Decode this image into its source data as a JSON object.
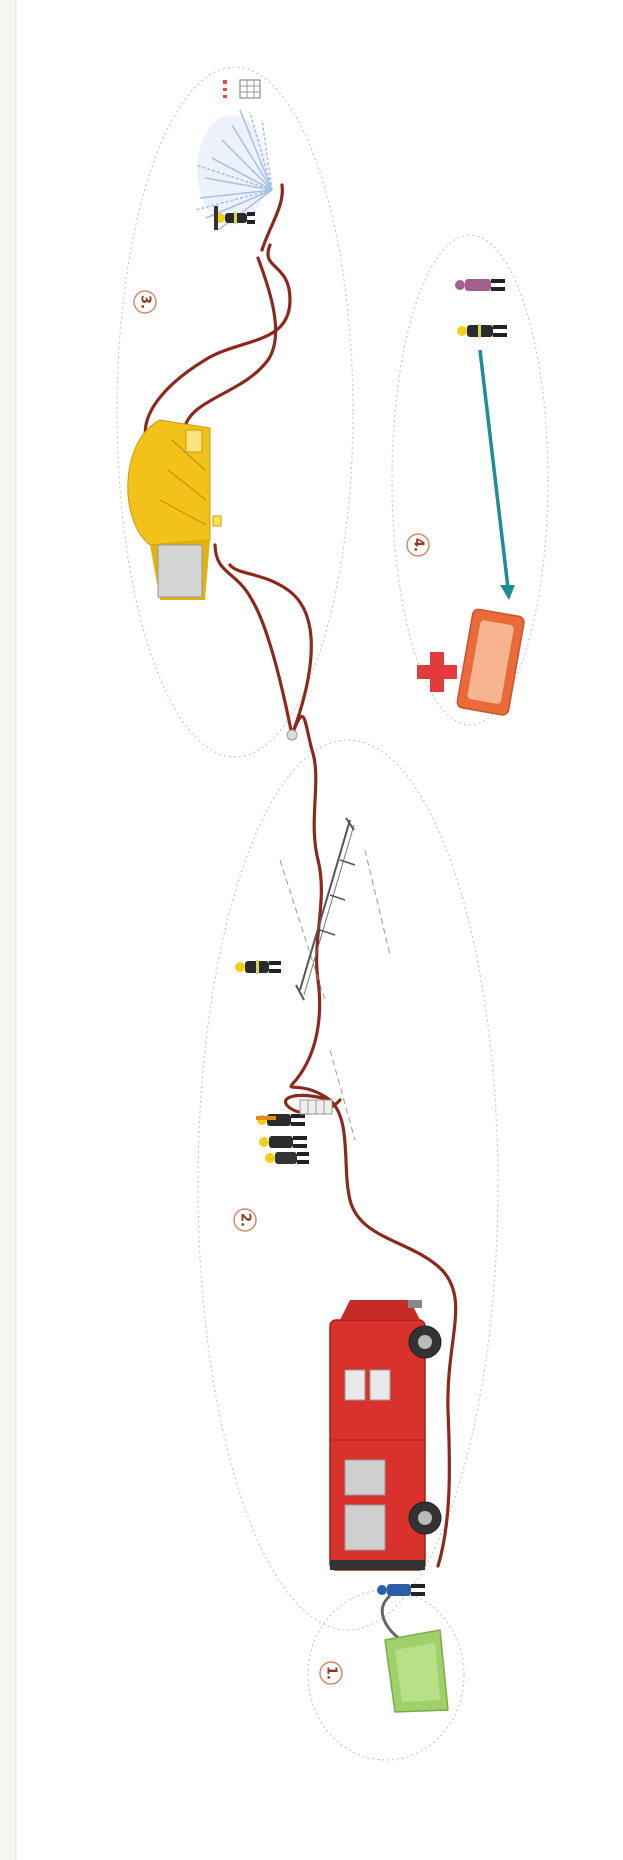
{
  "diagram": {
    "stages": [
      {
        "number": "1.",
        "name": "water-source"
      },
      {
        "number": "2.",
        "name": "hose-laying"
      },
      {
        "number": "3.",
        "name": "fire-attack"
      },
      {
        "number": "4.",
        "name": "casualty-rescue"
      }
    ],
    "colors": {
      "hose": "#8b2a1c",
      "truck": "#d9312b",
      "tent": "#f2c21a",
      "basin": "#9fd06a",
      "rescue_arrow": "#1f8d95",
      "first_aid_cross": "#e23b3b",
      "stretcher": "#ea6a3a",
      "water_spray": "#8fb2dc",
      "zone_outline": "#c9c9c9",
      "label_ring": "#d28a6d"
    },
    "icons": [
      "water-basin",
      "fire-truck",
      "firefighter",
      "hose-bridge-ramp",
      "hose-line",
      "yellow-dome-tent",
      "traffic-cone",
      "water-spray",
      "rescue-arrow",
      "first-aid-cross",
      "stretcher"
    ]
  }
}
